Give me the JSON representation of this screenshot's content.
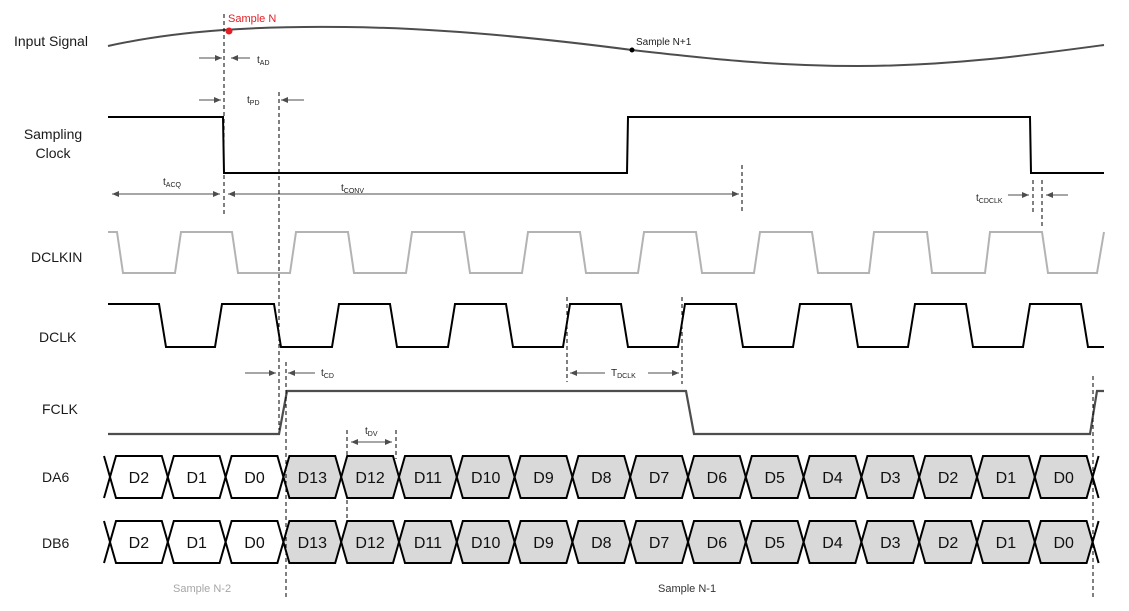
{
  "signals": {
    "input": "Input Signal",
    "sclk_1": "Sampling",
    "sclk_2": "Clock",
    "dclkin": "DCLKIN",
    "dclk": "DCLK",
    "fclk": "FCLK",
    "da6": "DA6",
    "db6": "DB6"
  },
  "annotations": {
    "sample_n": "Sample N",
    "sample_n1": "Sample N+1",
    "t_ad": {
      "base": "t",
      "sub": "AD"
    },
    "t_pd": {
      "base": "t",
      "sub": "PD"
    },
    "t_acq": {
      "base": "t",
      "sub": "ACQ"
    },
    "t_conv": {
      "base": "t",
      "sub": "CONV"
    },
    "t_cdclk": {
      "base": "t",
      "sub": "CDCLK"
    },
    "t_cd": {
      "base": "t",
      "sub": "CD"
    },
    "t_dclk": {
      "base": "T",
      "sub": "DCLK"
    },
    "t_dv": {
      "base": "t",
      "sub": "DV"
    }
  },
  "bus_words": [
    "D2",
    "D1",
    "D0",
    "D13",
    "D12",
    "D11",
    "D10",
    "D9",
    "D8",
    "D7",
    "D6",
    "D5",
    "D4",
    "D3",
    "D2",
    "D1",
    "D0"
  ],
  "bus_shaded_from": 3,
  "footer": {
    "sample_n2": "Sample N-2",
    "sample_n1_label": "Sample N-1"
  },
  "colors": {
    "trace": "#000000",
    "dclkin_trace": "#b3b3b3",
    "input_trace": "#4d4d4d",
    "bus_fill": "#d9d9d9",
    "sample_n_marker": "#e31e24",
    "sample_n2_text": "#a6a6a6",
    "arrow": "#4d4d4d"
  }
}
